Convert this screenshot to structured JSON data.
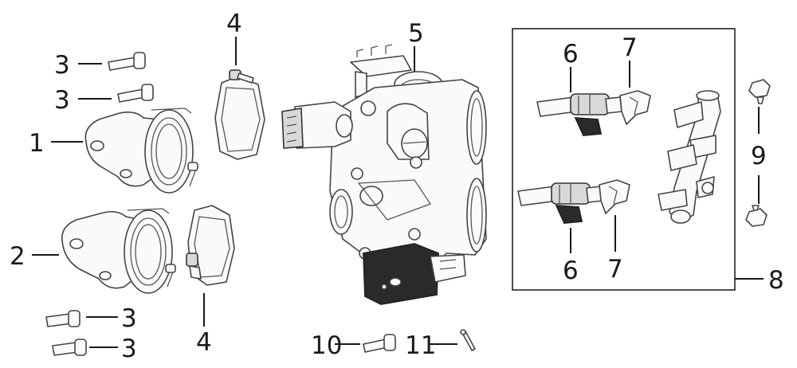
{
  "callouts": [
    {
      "id": "1",
      "text": "1"
    },
    {
      "id": "2",
      "text": "2"
    },
    {
      "id": "3a",
      "text": "3"
    },
    {
      "id": "3b",
      "text": "3"
    },
    {
      "id": "3c",
      "text": "3"
    },
    {
      "id": "3d",
      "text": "3"
    },
    {
      "id": "4a",
      "text": "4"
    },
    {
      "id": "4b",
      "text": "4"
    },
    {
      "id": "5",
      "text": "5"
    },
    {
      "id": "6a",
      "text": "6"
    },
    {
      "id": "6b",
      "text": "6"
    },
    {
      "id": "7a",
      "text": "7"
    },
    {
      "id": "7b",
      "text": "7"
    },
    {
      "id": "8",
      "text": "8"
    },
    {
      "id": "9",
      "text": "9"
    },
    {
      "id": "10",
      "text": "10"
    },
    {
      "id": "11",
      "text": "11"
    }
  ]
}
